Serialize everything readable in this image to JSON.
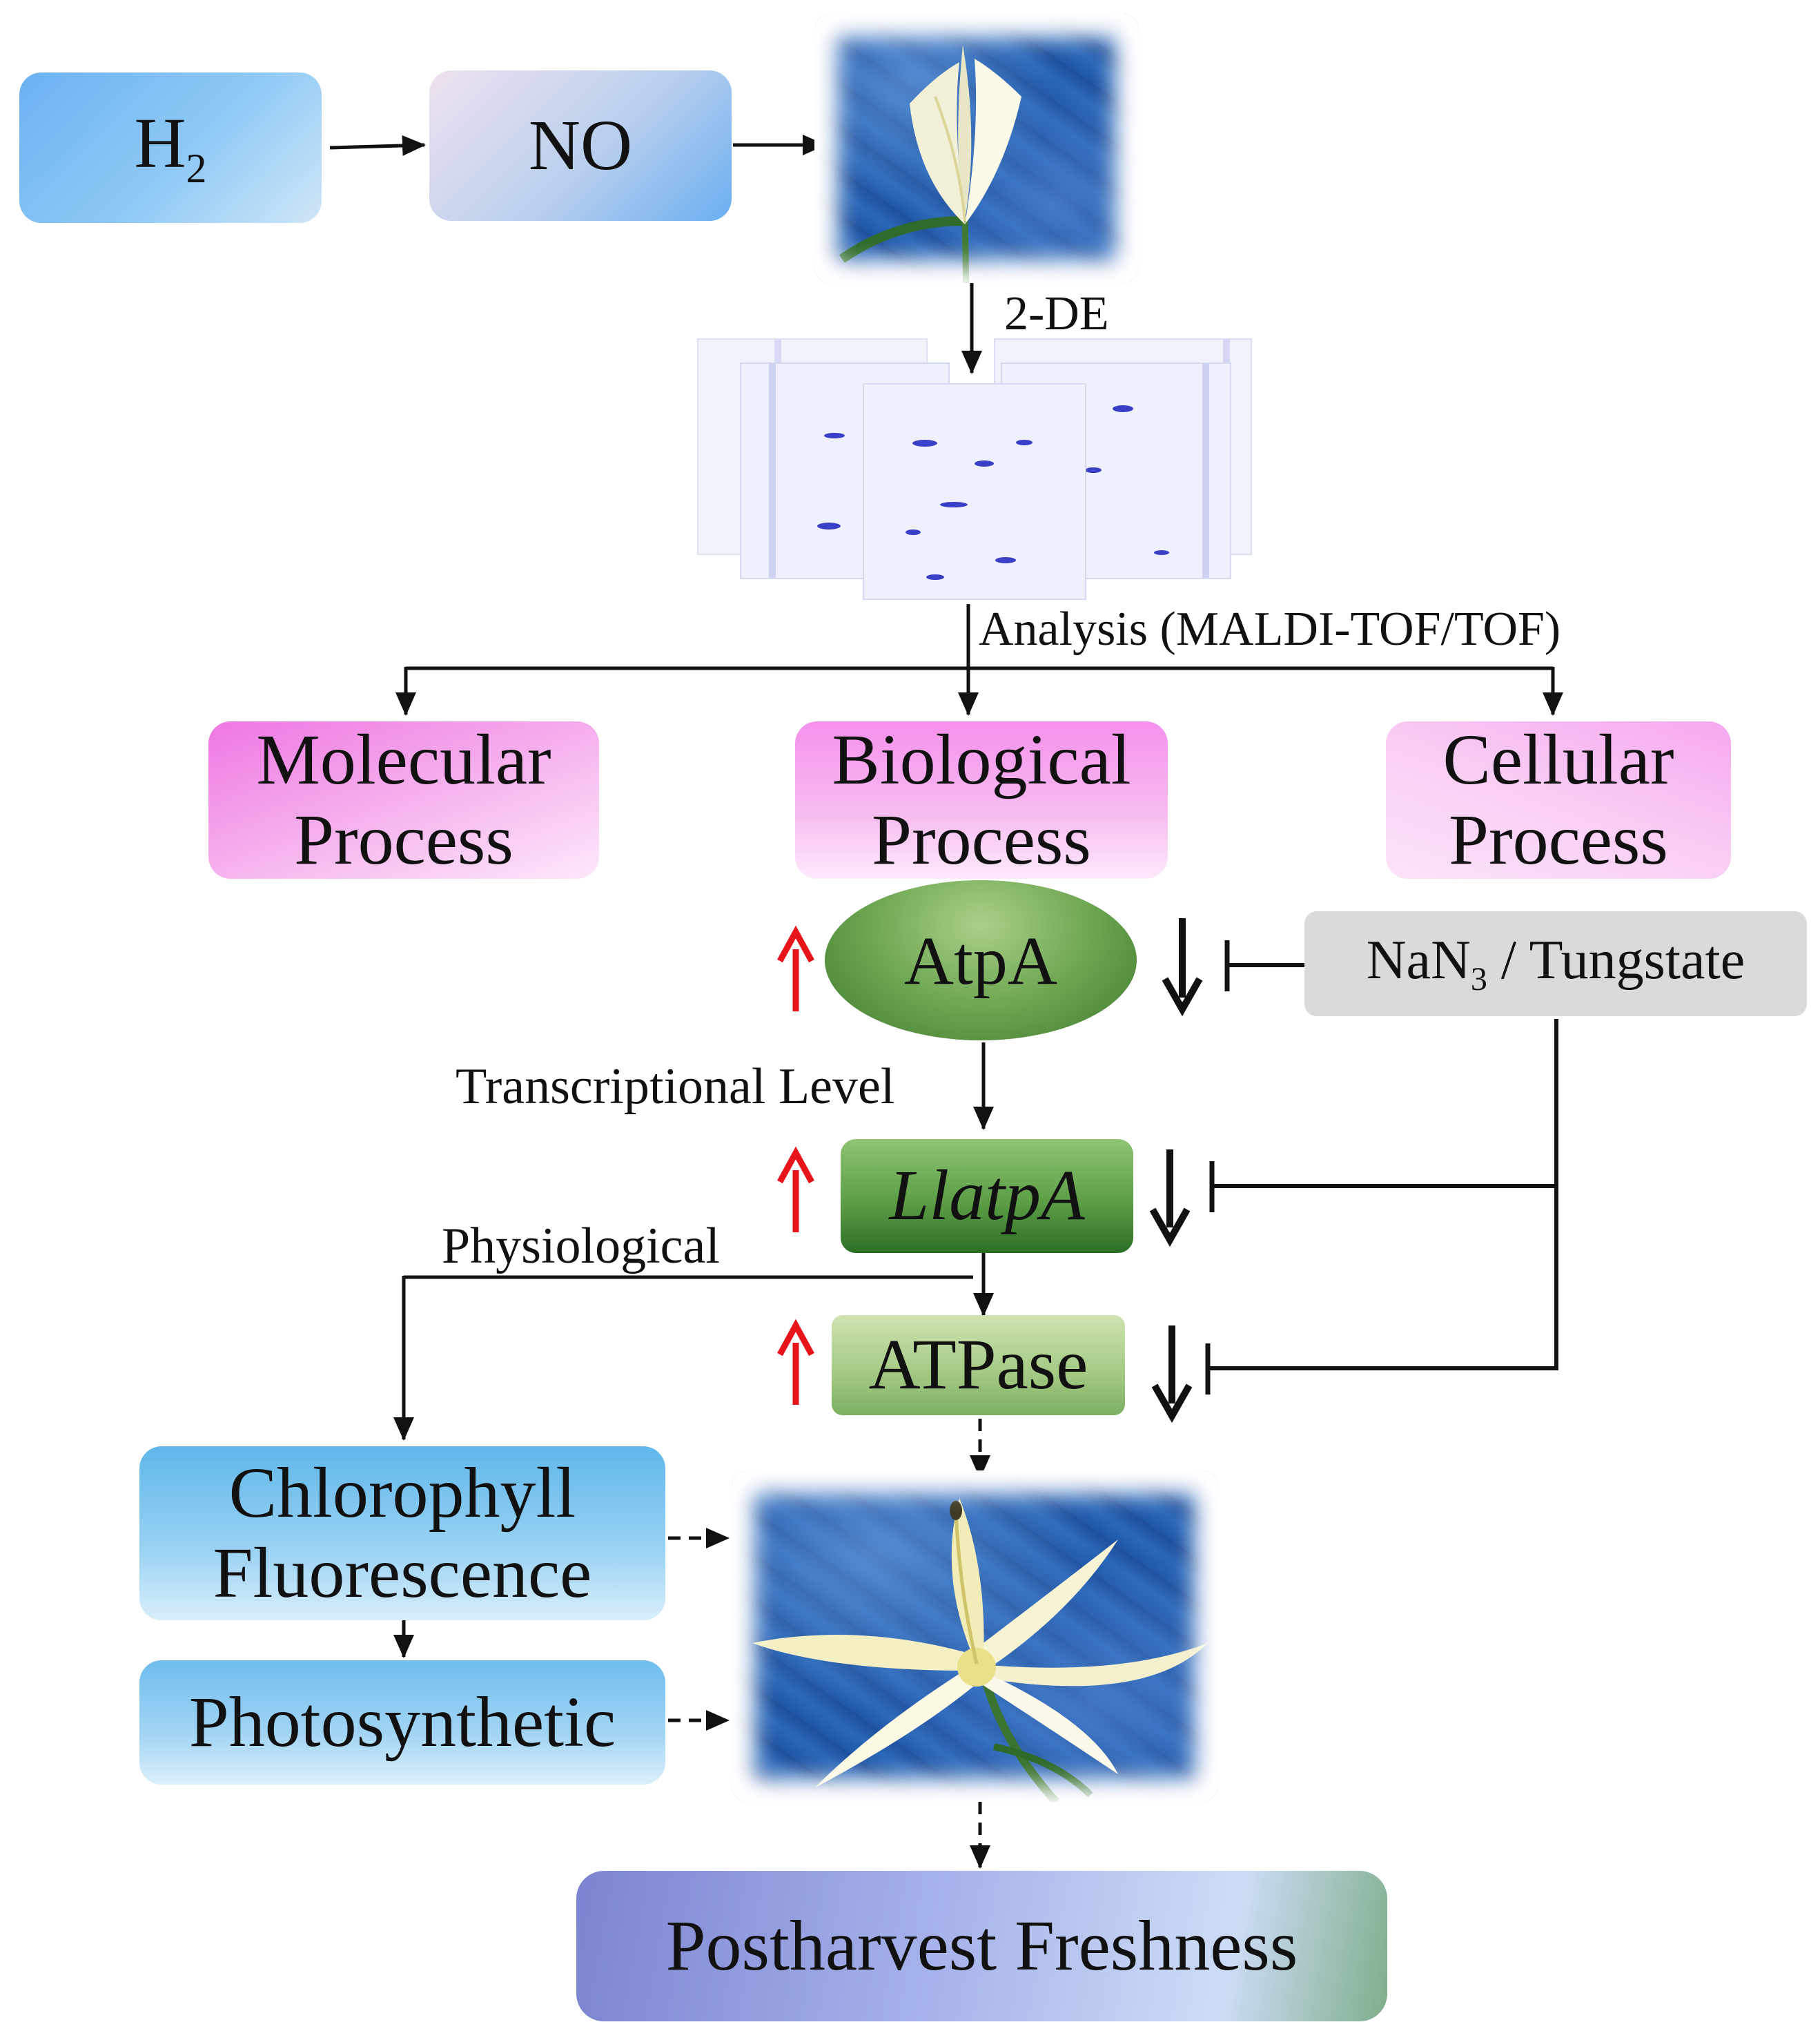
{
  "nodes": {
    "h2": {
      "base": "H",
      "sub": "2"
    },
    "no": "NO",
    "molecular": [
      "Molecular",
      "Process"
    ],
    "biological": [
      "Biological",
      "Process"
    ],
    "cellular": [
      "Cellular",
      "Process"
    ],
    "atpa": "AtpA",
    "nan3": {
      "base": "NaN",
      "sub": "3",
      "rest": "/ Tungstate"
    },
    "llatpa": "LlatpA",
    "atpase": "ATPase",
    "chlorophyll": [
      "Chlorophyll",
      "Fluorescence"
    ],
    "photosynthetic": "Photosynthetic",
    "postharvest": "Postharvest Freshness"
  },
  "labels": {
    "twode": "2-DE",
    "analysis": "Analysis (MALDI-TOF/TOF)",
    "transcriptional": "Transcriptional Level",
    "physiological": "Physiological"
  },
  "colors": {
    "up_arrow": "#e8141c",
    "down_arrow": "#111111",
    "connector": "#111111"
  },
  "icons": {
    "lily_bud": "lily-bud-photo",
    "lily_open": "lily-open-photo",
    "gels": "2de-gel-images"
  }
}
